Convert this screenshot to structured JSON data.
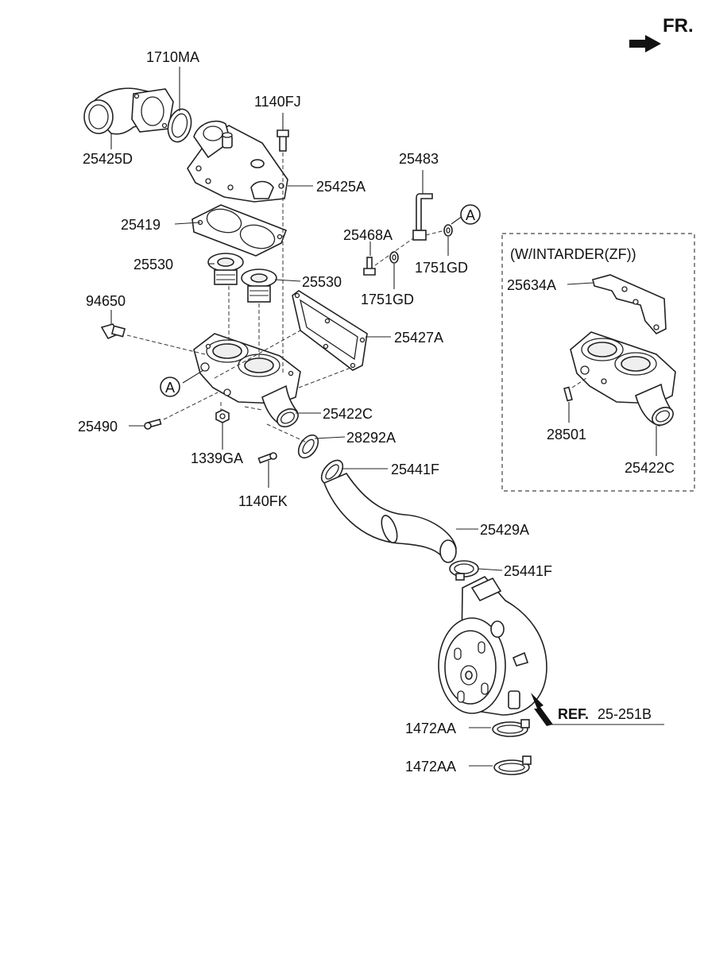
{
  "orientation": "FR.",
  "labels": {
    "p1710MA": "1710MA",
    "p25425D": "25425D",
    "p1140FJ": "1140FJ",
    "p25425A": "25425A",
    "p25419": "25419",
    "p25530_a": "25530",
    "p25530_b": "25530",
    "p94650": "94650",
    "p25427A": "25427A",
    "p25422C": "25422C",
    "p25490": "25490",
    "p1339GA": "1339GA",
    "p28292A": "28292A",
    "p1140FK": "1140FK",
    "p25441F_a": "25441F",
    "p25429A": "25429A",
    "p25441F_b": "25441F",
    "p1472AA_a": "1472AA",
    "p1472AA_b": "1472AA",
    "p25483": "25483",
    "p25468A": "25468A",
    "p1751GD_a": "1751GD",
    "p1751GD_b": "1751GD",
    "ref_prefix": "REF.",
    "ref_number": "25-251B"
  },
  "callouts": {
    "a1": "A",
    "a2": "A"
  },
  "option_box": {
    "title": "(W/INTARDER(ZF))",
    "p25634A": "25634A",
    "p28501": "28501",
    "p25422C": "25422C"
  },
  "colors": {
    "line": "#222222",
    "background": "#ffffff"
  }
}
